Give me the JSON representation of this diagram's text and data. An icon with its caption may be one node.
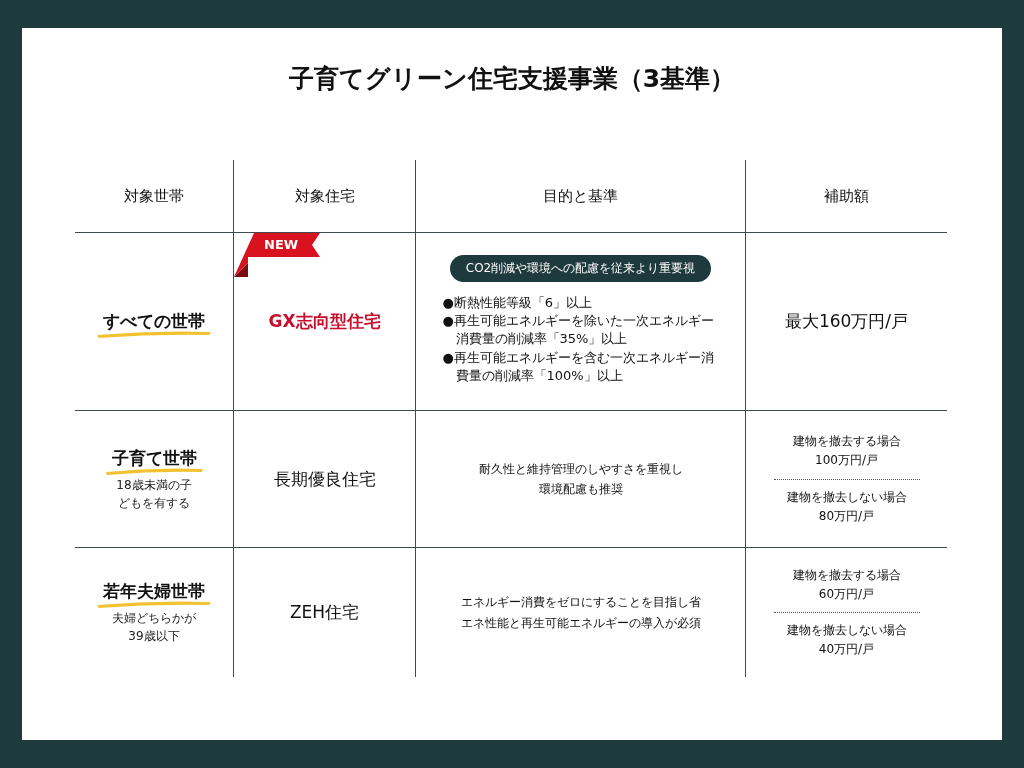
{
  "diagram": {
    "title": "子育てグリーン住宅支援事業（3基準）",
    "nodes": [
      {
        "text": [
          "NEW"
        ]
      },
      {
        "text": [
          "CO2削減や環境への配慮を従来より重要視"
        ]
      }
    ],
    "labels": [
      "対象世帯",
      "対象住宅",
      "目的と基準",
      "補助額",
      "すべての世帯",
      "GX志向型住宅",
      "●断熱性能等級「6」以上",
      "●再生可能エネルギーを除いた一次エネルギー消費量の削減率「35%」以上",
      "●再生可能エネルギーを含む一次エネルギー消費量の削減率「100%」以上",
      "最大160万円/戸",
      "子育て世帯",
      "18歳未満の子どもを有する",
      "長期優良住宅",
      "耐久性と維持管理のしやすさを重視し環境配慮も推奨",
      "建物を撤去する場合",
      "100万円/戸",
      "建物を撤去しない場合",
      "80万円/戸",
      "若年夫婦世帯",
      "夫婦どちらかが39歳以下",
      "ZEH住宅",
      "エネルギー消費をゼロにすることを目指し省エネ性能と再生可能エネルギーの導入が必須",
      "建物を撤去する場合",
      "60万円/戸",
      "建物を撤去しない場合",
      "40万円/戸"
    ]
  }
}
